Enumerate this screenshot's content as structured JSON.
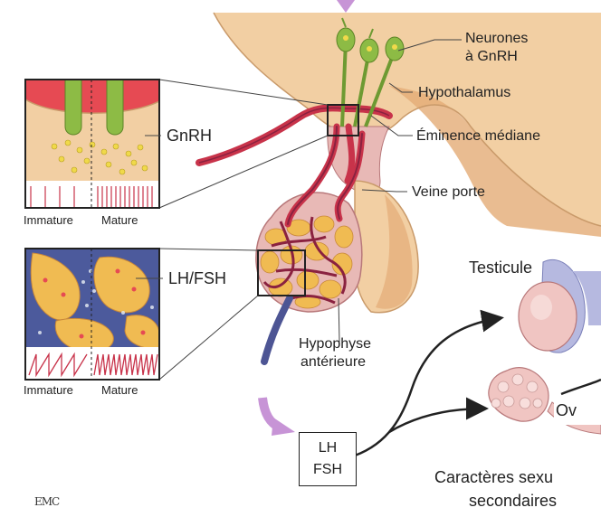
{
  "labels": {
    "neurones_line1": "Neurones",
    "neurones_line2": "à GnRH",
    "hypothalamus": "Hypothalamus",
    "eminence": "Éminence médiane",
    "veine_porte": "Veine porte",
    "gnrh": "GnRH",
    "lh_fsh": "LH/FSH",
    "hypophyse_line1": "Hypophyse",
    "hypophyse_line2": "antérieure",
    "testicule": "Testicule",
    "ovaire": "Ov",
    "caracteres_line1": "Caractères sexu",
    "caracteres_line2": "secondaires",
    "emc_logo": "EMC"
  },
  "insets": {
    "top_left_caption": "Immature",
    "top_right_caption": "Mature",
    "bottom_left_caption": "Immature",
    "bottom_right_caption": "Mature"
  },
  "hormone_box": {
    "line1": "LH",
    "line2": "FSH"
  },
  "colors": {
    "brain_tissue": "#f2cfa3",
    "brain_shadow": "#e4ab76",
    "vessel_red": "#c8334a",
    "vessel_dark": "#8a2240",
    "vein_blue": "#4d5594",
    "gnrh_neuron": "#8dbb45",
    "pituitary_pink": "#e8b9b6",
    "lh_cell": "#f0bb52",
    "arrow_violet": "#c794d6",
    "inset_red": "#e64a53",
    "inset_blue": "#4c5a9c"
  }
}
